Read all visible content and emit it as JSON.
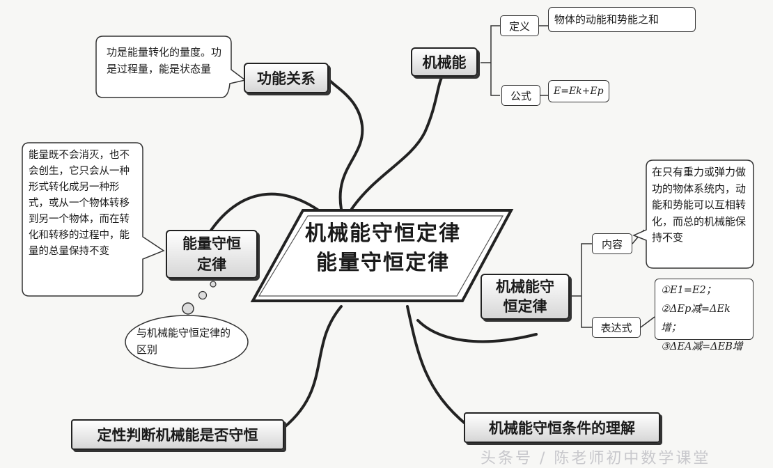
{
  "center": {
    "line1": "机械能守恒定律",
    "line2": "能量守恒定律"
  },
  "gongneng": {
    "title": "功能关系",
    "note": "功是能量转化的量度。功是过程量，能是状态量"
  },
  "jixieneng": {
    "title": "机械能",
    "def_label": "定义",
    "def_text": "物体的动能和势能之和",
    "formula_label": "公式",
    "formula": "E=Ek+Ep"
  },
  "nengliang": {
    "title": "能量守恒定律",
    "note": "能量既不会消灭，也不会创生，它只会从一种形式转化成另一种形式，或从一个物体转移到另一个物体，而在转化和转移的过程中，能量的总量保持不变",
    "thought": "与机械能守恒定律的区别"
  },
  "shouheng": {
    "title": "机械能守恒定律",
    "content_label": "内容",
    "content_text": "在只有重力或弹力做功的物体系统内，动能和势能可以互相转化，而总的机械能保持不变",
    "expr_label": "表达式",
    "expr": [
      "①E1=E2；",
      "②ΔEp减=ΔEk增；",
      "③ΔEA减=ΔEB增"
    ]
  },
  "dingxing": {
    "title": "定性判断机械能是否守恒"
  },
  "tiaojian": {
    "title": "机械能守恒条件的理解"
  },
  "watermark": "头条号 / 陈老师初中数学课堂"
}
